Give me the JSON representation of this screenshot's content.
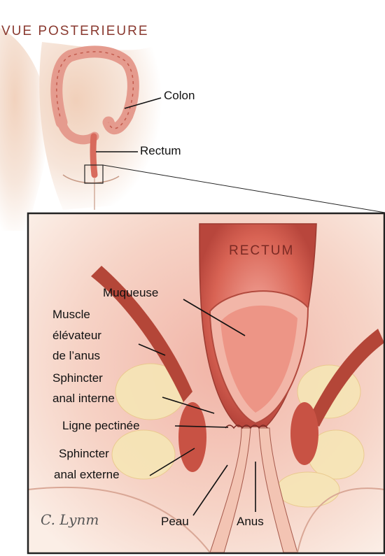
{
  "overview": {
    "view_title": "VUE POSTERIEURE",
    "labels": {
      "colon": "Colon",
      "rectum": "Rectum"
    }
  },
  "detail": {
    "title": "RECTUM",
    "labels": {
      "muqueuse": "Muqueuse",
      "muscle_1": "Muscle",
      "muscle_2": "élévateur",
      "muscle_3": "de l’anus",
      "sph_int_1": "Sphincter",
      "sph_int_2": "anal interne",
      "ligne": "Ligne pectinée",
      "sph_ext_1": "Sphincter",
      "sph_ext_2": "anal externe",
      "peau": "Peau",
      "anus": "Anus"
    },
    "signature": "C. Lynm"
  },
  "colors": {
    "skin": "#f3d9c6",
    "tissue": "#d96b5c",
    "mucosa": "#e88a80",
    "fat": "#f4e2a8",
    "frame": "#222222"
  }
}
